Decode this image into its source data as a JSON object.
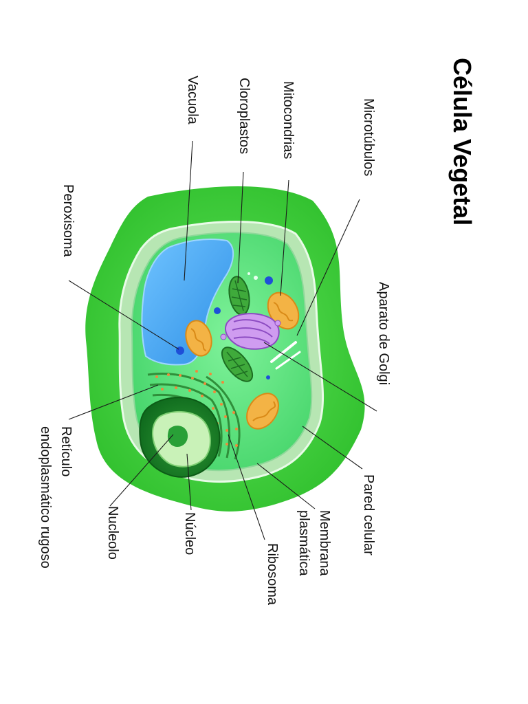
{
  "title": "Célula Vegetal",
  "labels": {
    "microtubulos": "Microtúbulos",
    "mitocondrias": "Mitocondrias",
    "cloroplastos": "Cloroplastos",
    "vacuola": "Vacuola",
    "peroxisoma": "Peroxisoma",
    "aparato_golgi": "Aparato de Golgi",
    "pared_celular": "Pared celular",
    "membrana_1": "Membrana",
    "membrana_2": "plasmática",
    "ribosoma": "Ribosoma",
    "nucleo": "Núcleo",
    "nucleolo": "Nucleolo",
    "reticulo_1": "Retículo",
    "reticulo_2": "endoplasmático rugoso"
  },
  "colors": {
    "cell_wall": "#3fd23a",
    "membrane": "#a9e0a6",
    "cytoplasm": "#5ee37a",
    "vacuole": "#3f9ff0",
    "mitochondria": "#f2b145",
    "golgi": "#c08ae6",
    "chloroplast": "#4cbf48",
    "nucleus": "#1f8a2a",
    "nucleolus": "#8ee27a",
    "peroxisome": "#1e4fd8"
  }
}
